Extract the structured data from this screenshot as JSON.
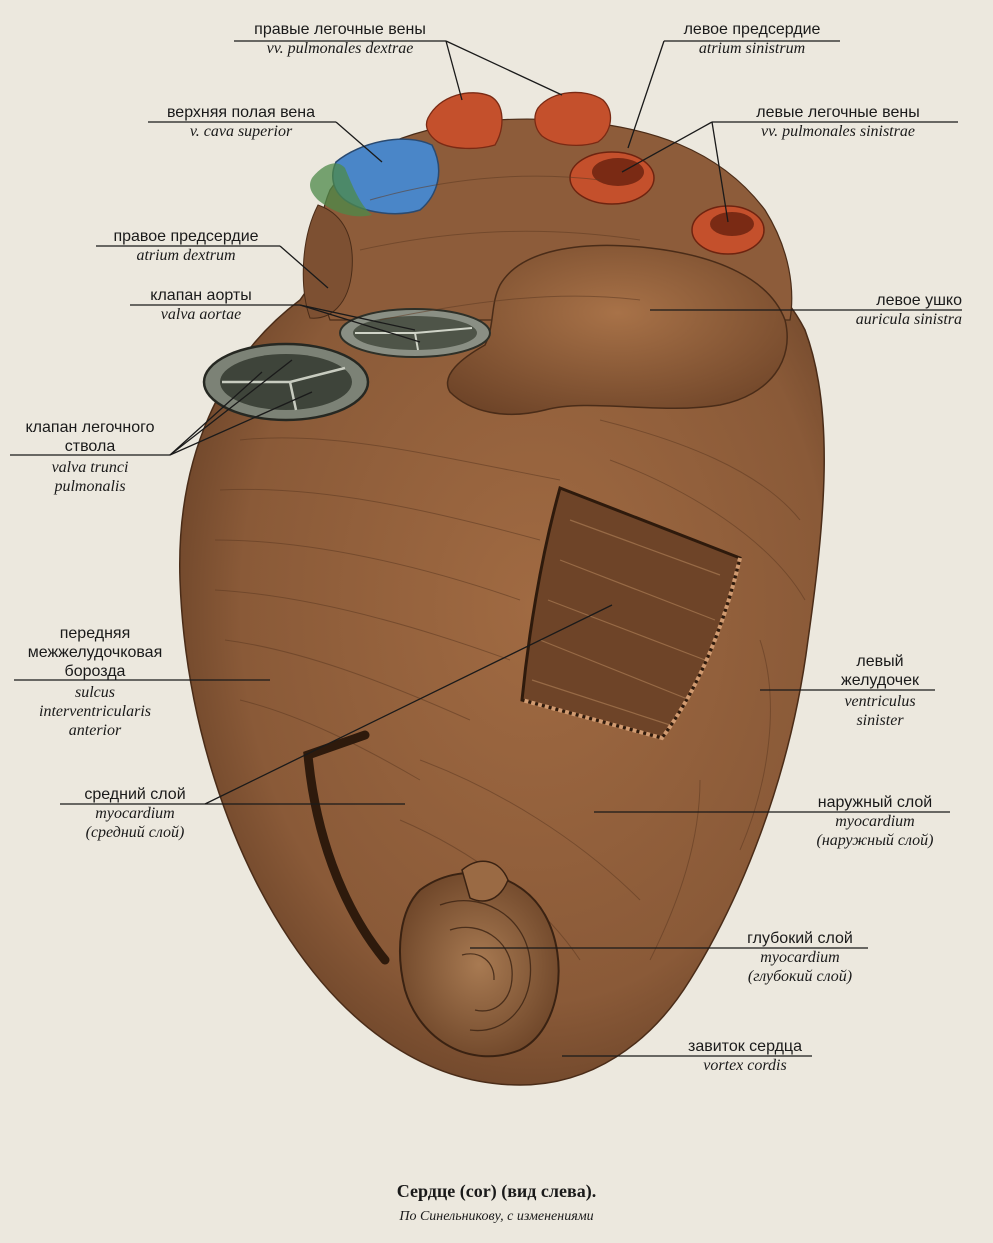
{
  "labels": {
    "pulm_veins_right": {
      "ru": "правые легочные вены",
      "la": "vv. pulmonales dextrae"
    },
    "left_atrium": {
      "ru": "левое предсердие",
      "la": "atrium sinistrum"
    },
    "sup_vena_cava": {
      "ru": "верхняя полая вена",
      "la": "v. cava superior"
    },
    "pulm_veins_left": {
      "ru": "левые легочные вены",
      "la": "vv. pulmonales sinistrae"
    },
    "right_atrium": {
      "ru": "правое предсердие",
      "la": "atrium dextrum"
    },
    "aortic_valve": {
      "ru": "клапан аорты",
      "la": "valva aortae"
    },
    "left_auricle": {
      "ru": "левое ушко",
      "la": "auricula sinistra"
    },
    "pulm_valve": {
      "ru1": "клапан легочного",
      "ru2": "ствола",
      "la1": "valva trunci",
      "la2": "pulmonalis"
    },
    "ant_sulcus": {
      "ru1": "передняя",
      "ru2": "межжелудочковая",
      "ru3": "борозда",
      "la1": "sulcus",
      "la2": "interventricularis",
      "la3": "anterior"
    },
    "left_ventricle": {
      "ru1": "левый",
      "ru2": "желудочек",
      "la1": "ventriculus",
      "la2": "sinister"
    },
    "middle_layer": {
      "ru": "средний слой",
      "la1": "myocardium",
      "la2": "(средний слой)"
    },
    "outer_layer": {
      "ru": "наружный слой",
      "la1": "myocardium",
      "la2": "(наружный слой)"
    },
    "deep_layer": {
      "ru": "глубокий слой",
      "la1": "myocardium",
      "la2": "(глубокий слой)"
    },
    "vortex": {
      "ru": "завиток сердца",
      "la": "vortex cordis"
    }
  },
  "caption": {
    "title": "Сердце (cor) (вид слева).",
    "subtitle": "По Синельникову, с изменениями"
  },
  "colors": {
    "muscle": "#8a5a38",
    "muscle_dark": "#5e3a22",
    "vessel_red": "#c4502c",
    "vena_cava_blue": "#4a86c8",
    "valve_gray": "#6e7468",
    "background": "#ece8de"
  }
}
